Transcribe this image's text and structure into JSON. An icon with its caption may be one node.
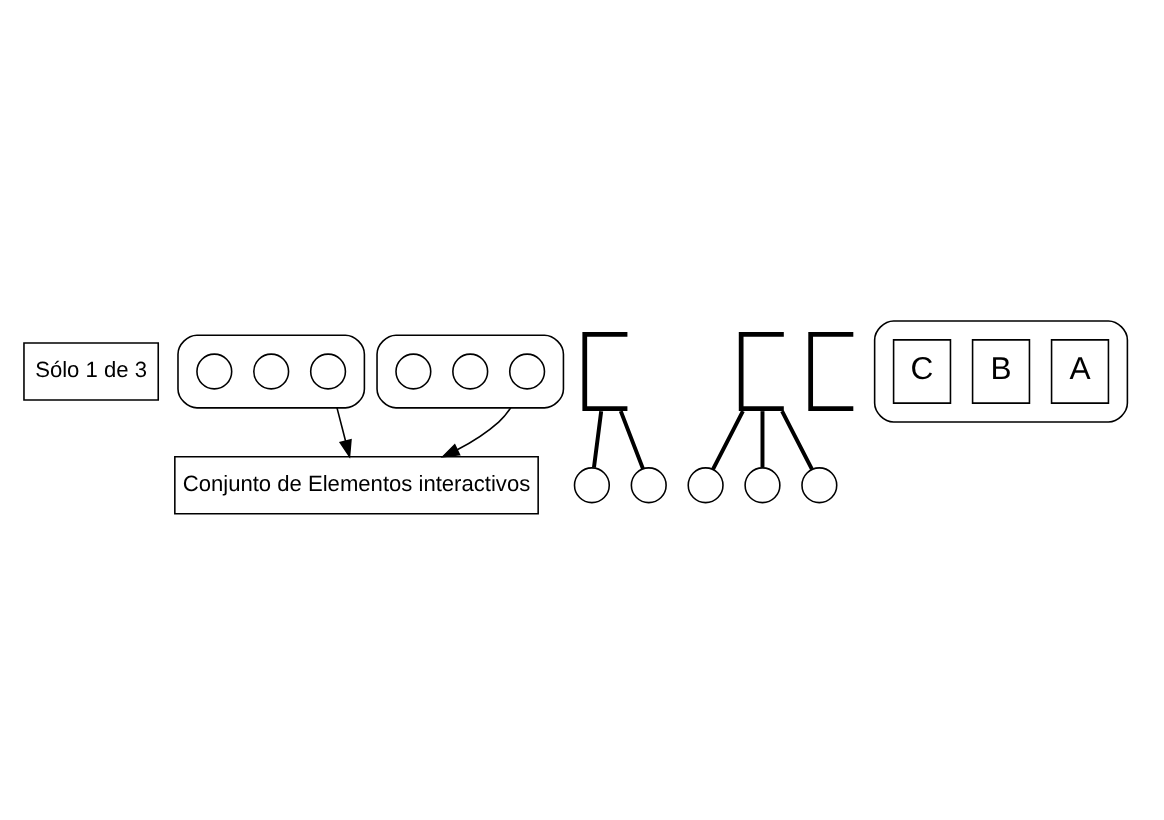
{
  "diagram": {
    "nodes": [
      {
        "text": [
          "Sólo 1 de 3"
        ]
      },
      {
        "text": [],
        "shape": "ellipse"
      },
      {
        "text": [],
        "shape": "circle",
        "in": 1
      },
      {
        "text": [],
        "shape": "circle",
        "in": 1
      },
      {
        "text": [],
        "shape": "circle",
        "in": 1
      },
      {
        "text": [],
        "shape": "bracket"
      },
      {
        "text": [],
        "shape": "circle"
      },
      {
        "text": [],
        "shape": "circle"
      },
      {
        "text": [],
        "shape": "ellipse"
      },
      {
        "text": [],
        "shape": "circle",
        "in": 8
      },
      {
        "text": [],
        "shape": "circle",
        "in": 8
      },
      {
        "text": [],
        "shape": "circle",
        "in": 8
      },
      {
        "text": [],
        "shape": "bracket"
      },
      {
        "text": [],
        "shape": "circle"
      },
      {
        "text": [],
        "shape": "circle"
      },
      {
        "text": [],
        "shape": "circle"
      },
      {
        "text": [],
        "shape": "bracket"
      },
      {
        "text": [],
        "shape": "ellipse"
      },
      {
        "text": [
          "A"
        ],
        "in": 17
      },
      {
        "text": [
          "B"
        ],
        "in": 17
      },
      {
        "text": [
          "C"
        ],
        "in": 17
      },
      {
        "text": [
          "Conjunto de Elementos interactivos"
        ]
      }
    ],
    "edges": [
      {
        "from": 5,
        "to": 6,
        "arrow": "none"
      },
      {
        "from": 5,
        "to": 7,
        "arrow": "none"
      },
      {
        "from": 12,
        "to": 13,
        "arrow": "none"
      },
      {
        "from": 12,
        "to": 14,
        "arrow": "none"
      },
      {
        "from": 12,
        "to": 15,
        "arrow": "none"
      },
      {
        "from": 1,
        "to": 21,
        "arrow": "to"
      },
      {
        "from": 8,
        "to": 21,
        "arrow": "to"
      }
    ]
  }
}
